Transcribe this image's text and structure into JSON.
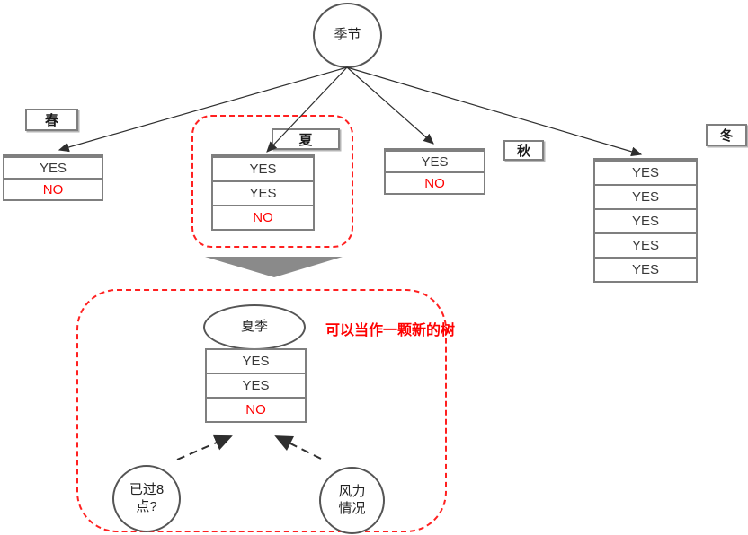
{
  "root": {
    "label": "季节"
  },
  "branches": {
    "spring": {
      "label": "春",
      "rows": [
        {
          "text": "YES",
          "color": "dark"
        },
        {
          "text": "NO",
          "color": "red"
        }
      ]
    },
    "summer": {
      "label": "夏",
      "rows": [
        {
          "text": "YES",
          "color": "dark"
        },
        {
          "text": "YES",
          "color": "dark"
        },
        {
          "text": "NO",
          "color": "red"
        }
      ]
    },
    "autumn": {
      "label": "秋",
      "rows": [
        {
          "text": "YES",
          "color": "dark"
        },
        {
          "text": "NO",
          "color": "red"
        }
      ]
    },
    "winter": {
      "label": "冬",
      "rows": [
        {
          "text": "YES",
          "color": "dark"
        },
        {
          "text": "YES",
          "color": "dark"
        },
        {
          "text": "YES",
          "color": "dark"
        },
        {
          "text": "YES",
          "color": "dark"
        },
        {
          "text": "YES",
          "color": "dark"
        }
      ]
    }
  },
  "detail": {
    "node_label": "夏季",
    "annotation": "可以当作一颗新的树",
    "rows": [
      {
        "text": "YES",
        "color": "dark"
      },
      {
        "text": "YES",
        "color": "dark"
      },
      {
        "text": "NO",
        "color": "red"
      }
    ],
    "leaves": [
      {
        "line1": "已过8",
        "line2": "点?"
      },
      {
        "line1": "风力",
        "line2": "情况"
      }
    ]
  },
  "colors": {
    "accent_red": "#fe0000",
    "frame_red": "#ff2020",
    "border_gray": "#7f7f7f",
    "big_arrow_gray": "#8a8a8a",
    "line_dark": "#2e2e2e"
  }
}
